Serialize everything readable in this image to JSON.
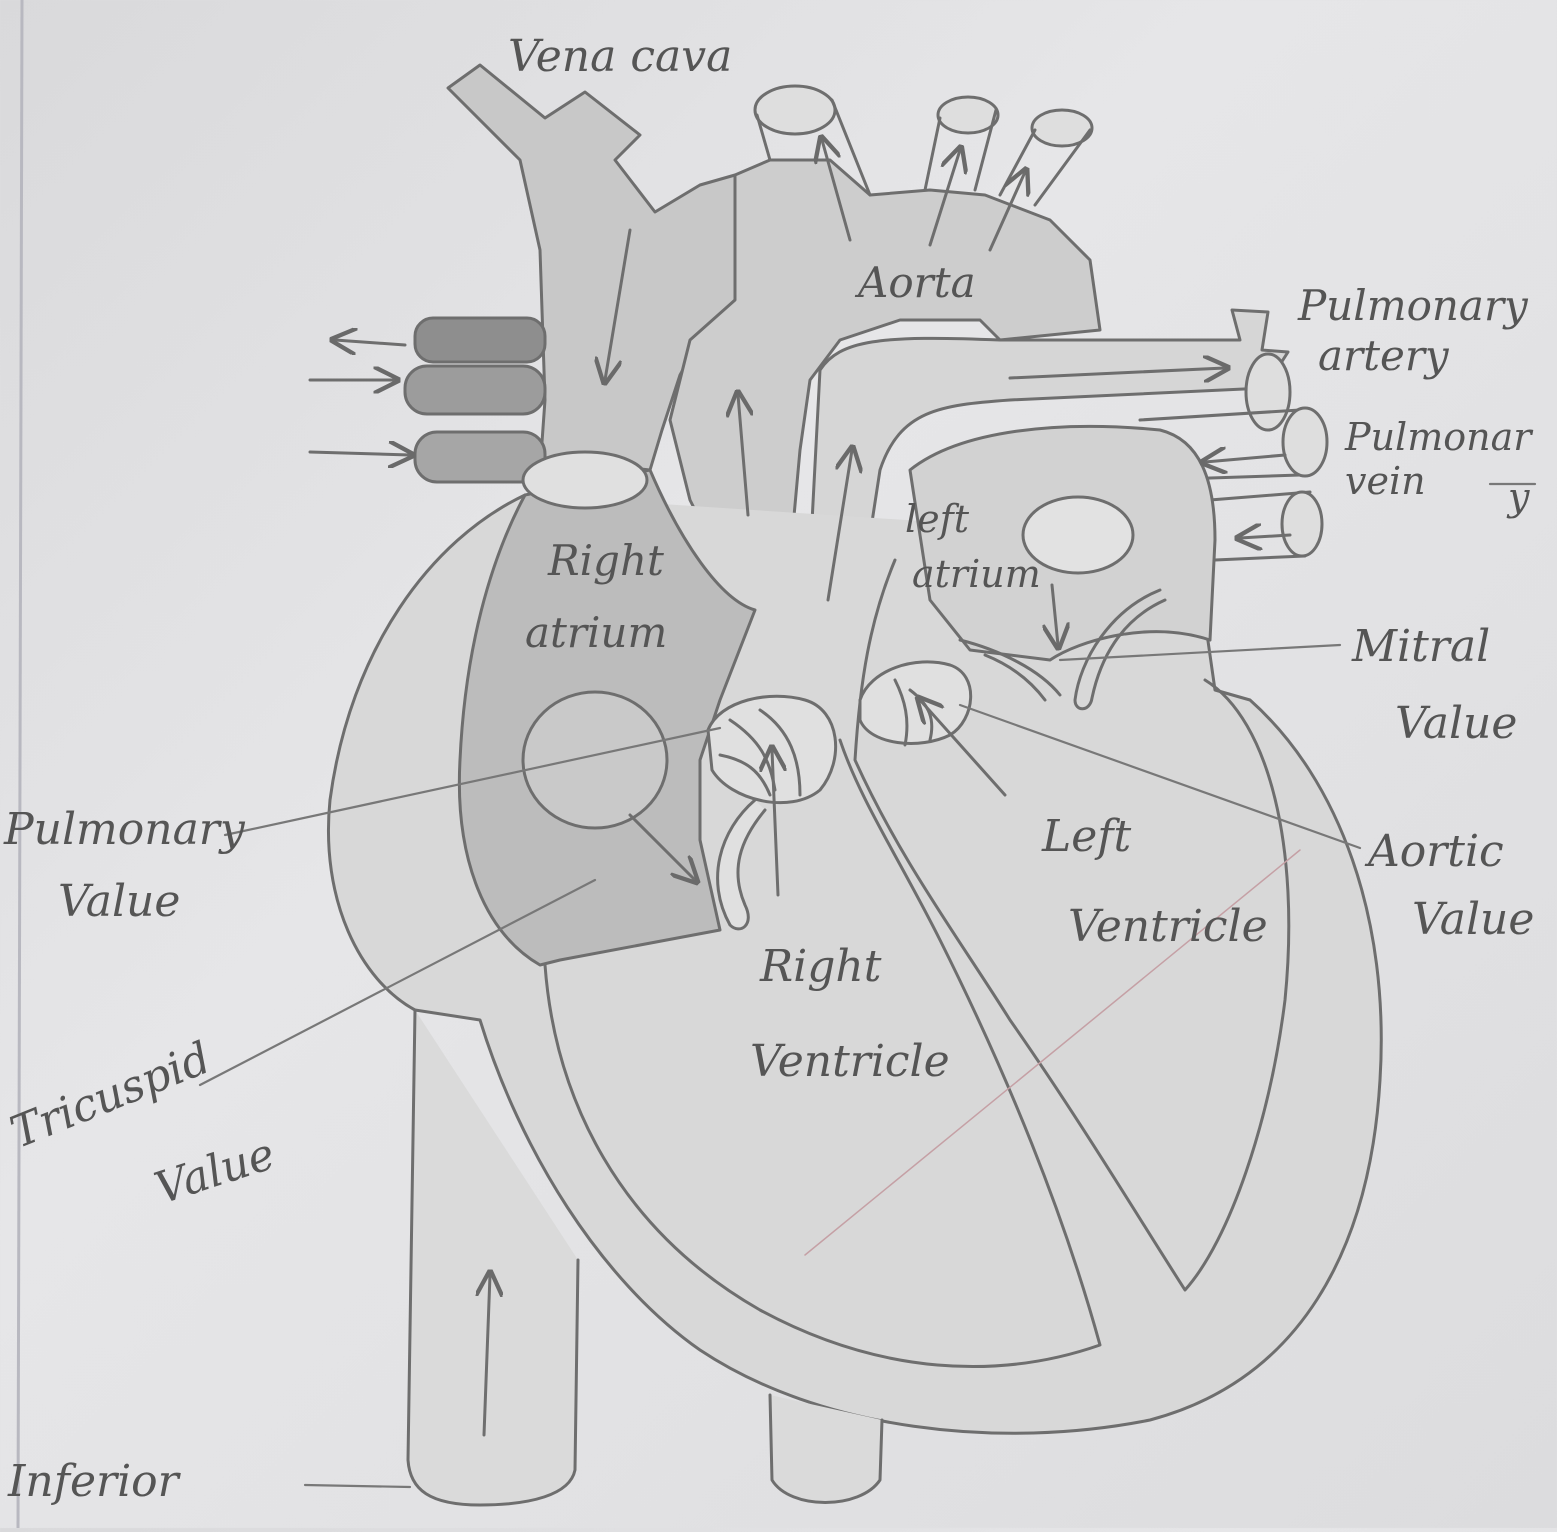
{
  "diagram": {
    "labels": {
      "vena_cava": "Vena cava",
      "aorta": "Aorta",
      "pulmonary_artery_1": "Pulmonary",
      "pulmonary_artery_2": "artery",
      "pulmonary_vein_1": "Pulmonar",
      "pulmonary_vein_2": "vein",
      "pulmonary_vein_3": "y",
      "right_atrium_1": "Right",
      "right_atrium_2": "atrium",
      "left_atrium_1": "left",
      "left_atrium_2": "atrium",
      "mitral_valve_1": "Mitral",
      "mitral_valve_2": "Value",
      "aortic_valve_1": "Aortic",
      "aortic_valve_2": "Value",
      "pulmonary_valve_1": "Pulmonary",
      "pulmonary_valve_2": "Value",
      "left_ventricle_1": "Left",
      "left_ventricle_2": "Ventricle",
      "right_ventricle_1": "Right",
      "right_ventricle_2": "Ventricle",
      "tricuspid_valve_1": "Tricuspid",
      "tricuspid_valve_2": "Value",
      "inferior": "Inferior"
    },
    "colors": {
      "paper": "#e2e2e4",
      "pencil": "#707070",
      "shade_light": "#bdbdbd",
      "shade_dark": "#8c8c8c"
    }
  }
}
